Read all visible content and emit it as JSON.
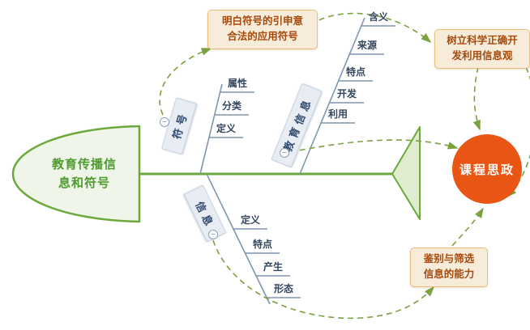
{
  "diagram": {
    "head": {
      "label": "教育传播信息和符号"
    },
    "branches": [
      {
        "label": "符号",
        "subs": [
          "属性",
          "分类",
          "定义"
        ]
      },
      {
        "label": "教育信息",
        "subs": [
          "含义",
          "来源",
          "特点",
          "开发",
          "利用"
        ]
      },
      {
        "label": "信息",
        "subs": [
          "定义",
          "特点",
          "产生",
          "形态"
        ]
      }
    ],
    "callouts": [
      {
        "line1": "明白符号的引申意",
        "line2": "合法的应用符号"
      },
      {
        "line1": "树立科学正确开",
        "line2": "发利用信息观"
      },
      {
        "line1": "鉴别与筛选",
        "line2": "信息的能力"
      }
    ],
    "center_topic": "课程思政",
    "colors": {
      "spine_green": "#6CA93C",
      "head_fill": "#EFF5E8",
      "tail_fill": "#DFECCE",
      "branch_line_blue": "#8096B0",
      "label_fill": "#E8EDF4",
      "label_text": "#2E4A70",
      "callout_fill": "#F7ECD9",
      "callout_border": "#EBBE76",
      "callout_text": "#A6490C",
      "circle_fill": "#E95513",
      "circle_text": "#FFFFFF",
      "dashed_arrow_green": "#7CA13F"
    }
  },
  "icons": {
    "collapse": "−"
  }
}
